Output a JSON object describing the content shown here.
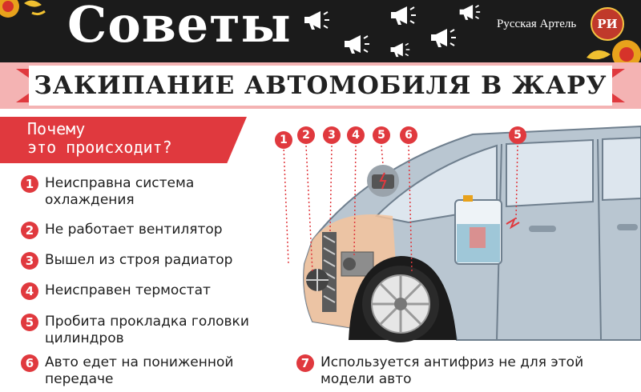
{
  "header": {
    "title": "Советы",
    "brand": "Русская Артель",
    "brand_logo": "РИ",
    "icons": [
      "megaphone-icon"
    ]
  },
  "banner": {
    "text": "ЗАКИПАНИЕ АВТОМОБИЛЯ В ЖАРУ"
  },
  "why": {
    "line1": "Почему",
    "line2": "это происходит?"
  },
  "reasons": [
    {
      "num": "1",
      "text": "Неисправна система охлаждения"
    },
    {
      "num": "2",
      "text": "Не работает вентилятор"
    },
    {
      "num": "3",
      "text": "Вышел из строя радиатор"
    },
    {
      "num": "4",
      "text": "Неисправен термостат"
    },
    {
      "num": "5",
      "text": "Пробита прокладка головки цилиндров"
    },
    {
      "num": "6",
      "text": "Авто едет на пониженной передаче"
    },
    {
      "num": "7",
      "text": "Используется антифриз не для этой модели авто"
    }
  ],
  "car_labels": [
    "1",
    "2",
    "3",
    "4",
    "5",
    "6",
    "5"
  ],
  "colors": {
    "accent": "#e0393e",
    "header_bg": "#1b1b1b",
    "banner_band": "#f4b3b3",
    "car_body": "#b9c6d1",
    "engine_zone": "#f4c39c"
  }
}
